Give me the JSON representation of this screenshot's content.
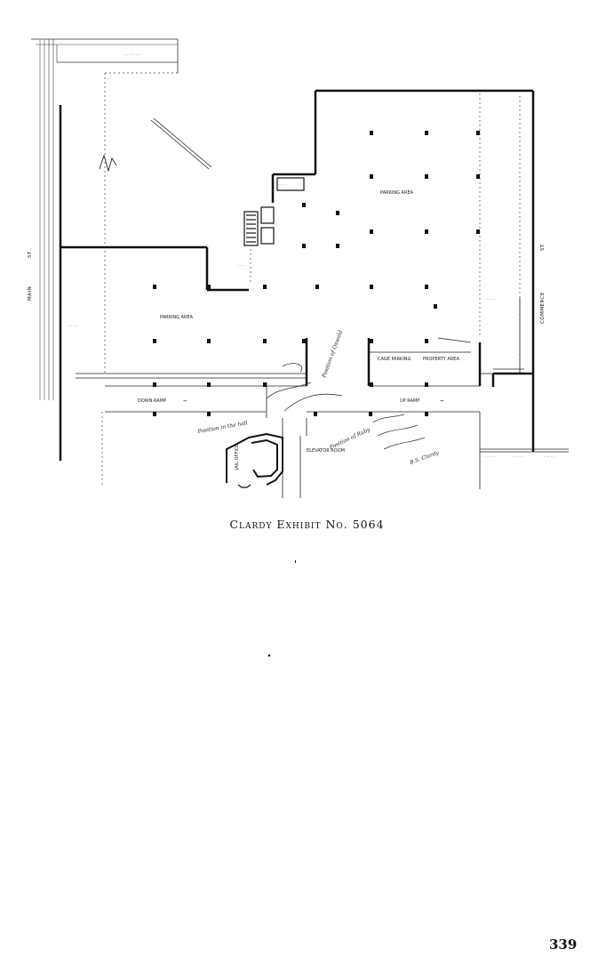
{
  "document": {
    "caption": "Clardy Exhibit No. 5064",
    "page_number": "339"
  },
  "plan": {
    "streets": {
      "main": "MAIN",
      "main_suffix": "ST",
      "commerce": "COMMERCE",
      "commerce_suffix": "ST"
    },
    "rooms": {
      "parking_area_upper": "PARKING AREA",
      "parking_area_left": "PARKING AREA",
      "cage_area": "CAGE PARKING",
      "property_area": "PROPERTY AREA",
      "jail_office": "JAIL OFFICE",
      "elevator_room": "ELEVATOR ROOM",
      "ramp_down": "DOWN RAMP",
      "ramp_up": "UP RAMP",
      "ramp_down_arrow": "⇒",
      "ramp_up_arrow": "⇒"
    },
    "handwriting": {
      "note_1": "Position in the hall",
      "note_2": "Position of Oswald",
      "note_3": "B.S. Clardy",
      "note_4": "Position of Ruby"
    }
  }
}
